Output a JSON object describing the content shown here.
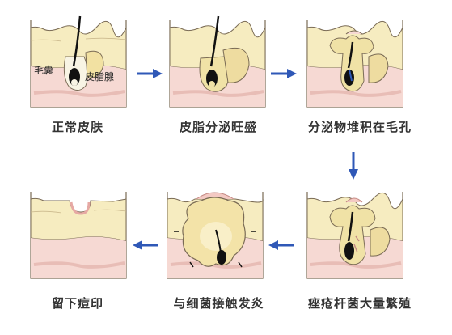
{
  "labels": {
    "hair_follicle": "毛囊",
    "sebaceous_gland": "皮脂腺"
  },
  "stages": [
    {
      "caption": "正常皮肤"
    },
    {
      "caption": "皮脂分泌旺盛"
    },
    {
      "caption": "分泌物堆积在毛孔"
    },
    {
      "caption": "痤疮杆菌大量繁殖"
    },
    {
      "caption": "与细菌接触发炎"
    },
    {
      "caption": "留下痘印"
    }
  ],
  "colors": {
    "skin_yellow": "#f6ecc0",
    "skin_outline": "#7a6b55",
    "dermis_pink": "#f6d9d3",
    "sebum_fill": "#f0e2a6",
    "hair": "#111111",
    "arrow_blue": "#2f58b7"
  }
}
